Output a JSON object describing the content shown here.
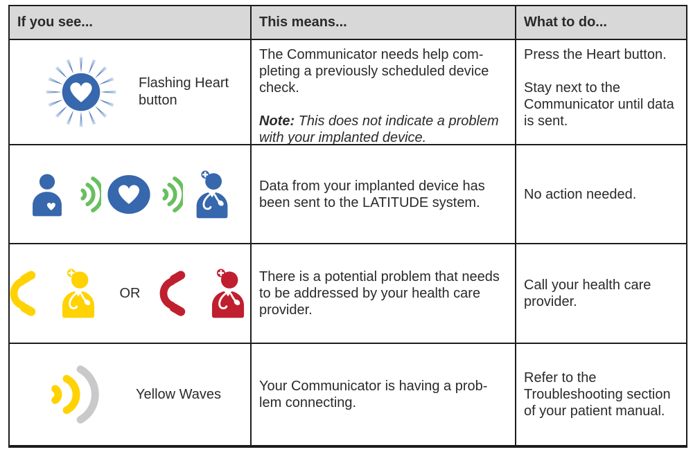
{
  "colors": {
    "blue": "#3767ac",
    "green": "#69bf5f",
    "yellow": "#ffd204",
    "red": "#c01f2f",
    "wave_gray": "#c9c9c9",
    "header_bg": "#d8d8d8",
    "border": "#1c1c1c",
    "text": "#2a2a2a"
  },
  "table": {
    "headers": [
      "If you see...",
      "This means...",
      "What to do..."
    ],
    "or_label": "OR",
    "rows": [
      {
        "see_icon": "flashing-heart-button-icon",
        "see_label_lines": [
          "Flashing Heart",
          "button"
        ],
        "means_lines": [
          "The Communicator needs help com-",
          "pleting a previously scheduled device",
          "check."
        ],
        "note_label": "Note:",
        "note_line1": " This does not indicate a problem",
        "note_line2": "with your implanted device.",
        "todo_p1_lines": [
          "Press the Heart button."
        ],
        "todo_p2_lines": [
          "Stay next to the",
          "Communicator until data",
          "is sent."
        ]
      },
      {
        "see_icons": [
          "patient-icon",
          "green-waves-icon",
          "heart-circle-icon",
          "green-waves-icon",
          "doctor-icon"
        ],
        "means_lines": [
          "Data from your implanted device has",
          "been sent to the LATITUDE system."
        ],
        "todo_lines": [
          "No action needed."
        ]
      },
      {
        "see_icons": [
          "yellow-phone-icon",
          "yellow-doctor-icon",
          "red-phone-icon",
          "red-doctor-icon"
        ],
        "means_lines": [
          "There is a potential problem that needs",
          "to be addressed by your health care",
          "provider."
        ],
        "todo_lines": [
          "Call your health care",
          "provider."
        ]
      },
      {
        "see_icon": "yellow-waves-icon",
        "see_label_lines": [
          "Yellow Waves"
        ],
        "means_lines": [
          "Your Communicator is having a prob-",
          "lem connecting."
        ],
        "todo_lines": [
          "Refer to the",
          "Troubleshooting section",
          "of your patient manual."
        ]
      }
    ]
  }
}
